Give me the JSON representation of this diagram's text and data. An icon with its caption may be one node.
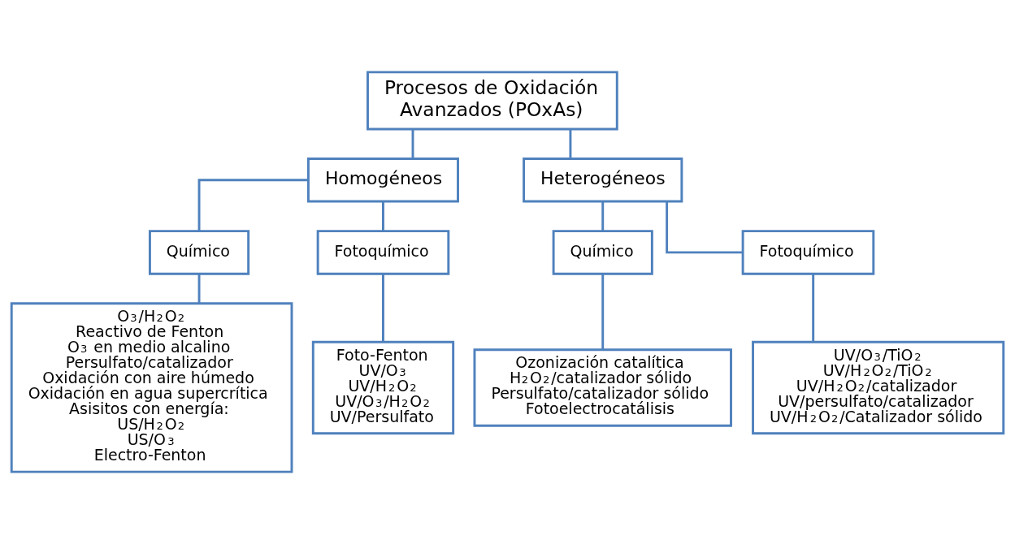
{
  "diagram": {
    "nodes": [
      {
        "text": [
          "Procesos de Oxidación Avanzados (POxAs)"
        ]
      },
      {
        "text": [
          "Homogéneos"
        ]
      },
      {
        "text": [
          "Heterogéneos"
        ]
      },
      {
        "text": [
          "Químico"
        ]
      },
      {
        "text": [
          "Fotoquímico"
        ]
      },
      {
        "text": [
          "Químico"
        ]
      },
      {
        "text": [
          "Fotoquímico"
        ]
      },
      {
        "text": [
          "O$_{3}$/H$_{2}$O$_{2}$",
          "Reactivo de Fenton",
          "O$_{3}$ en medio alcalino",
          "Persulfato/catalizador",
          "Oxidación con aire húmedo",
          "Oxidación en agua supercrítica",
          "Asisitos con energía:",
          "US/H$_{2}$O$_{2}$",
          "US/O$_{3}$",
          "Electro-Fenton"
        ]
      },
      {
        "text": [
          "Foto-Fenton",
          "UV/O$_{3}$",
          "UV/H$_{2}$O$_{2}$",
          "UV/O$_{3}$/H$_{2}$O$_{2}$",
          "UV/Persulfato"
        ]
      },
      {
        "text": [
          "Ozonización catalítica",
          "H$_{2}$O$_{2}$/catalizador sólido",
          "Persulfato/catalizador sólido",
          "Fotoelectrocatálisis"
        ]
      },
      {
        "text": [
          "UV/O$_{3}$/TiO$_{2}$",
          "UV/H$_{2}$O$_{2}$/TiO$_{2}$",
          "UV/H$_{2}$O$_{2}$/catalizador",
          "UV/persulfato/catalizador",
          "UV/H$_{2}$O$_{2}$/Catalizador sólido"
        ]
      }
    ],
    "edges": [
      {
        "from": 0,
        "to": 1,
        "arrow": "none"
      },
      {
        "from": 0,
        "to": 2,
        "arrow": "none"
      },
      {
        "from": 1,
        "to": 3,
        "arrow": "none"
      },
      {
        "from": 1,
        "to": 4,
        "arrow": "none"
      },
      {
        "from": 2,
        "to": 5,
        "arrow": "none"
      },
      {
        "from": 2,
        "to": 6,
        "arrow": "none"
      },
      {
        "from": 3,
        "to": 7,
        "arrow": "none"
      },
      {
        "from": 4,
        "to": 8,
        "arrow": "none"
      },
      {
        "from": 5,
        "to": 9,
        "arrow": "none"
      },
      {
        "from": 6,
        "to": 10,
        "arrow": "none"
      }
    ]
  }
}
